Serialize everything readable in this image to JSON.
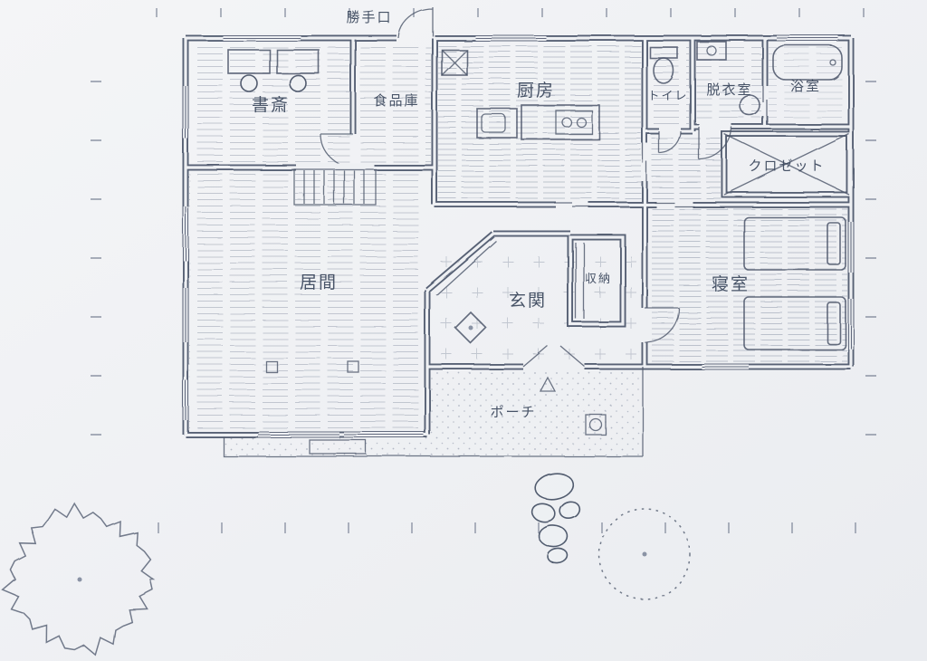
{
  "palette": {
    "paper": "#eef0f3",
    "ink": "#4a5468",
    "pencil": "#8a93a5",
    "label": "#3e4a5f"
  },
  "labels": {
    "back_door": "勝手口",
    "study": "書斎",
    "pantry": "食品庫",
    "kitchen": "厨房",
    "toilet": "トイレ",
    "changing_room": "脱衣室",
    "bath": "浴室",
    "closet": "クロゼット",
    "living": "居間",
    "entrance": "玄関",
    "storage": "収納",
    "bedroom": "寝室",
    "porch": "ポーチ"
  }
}
